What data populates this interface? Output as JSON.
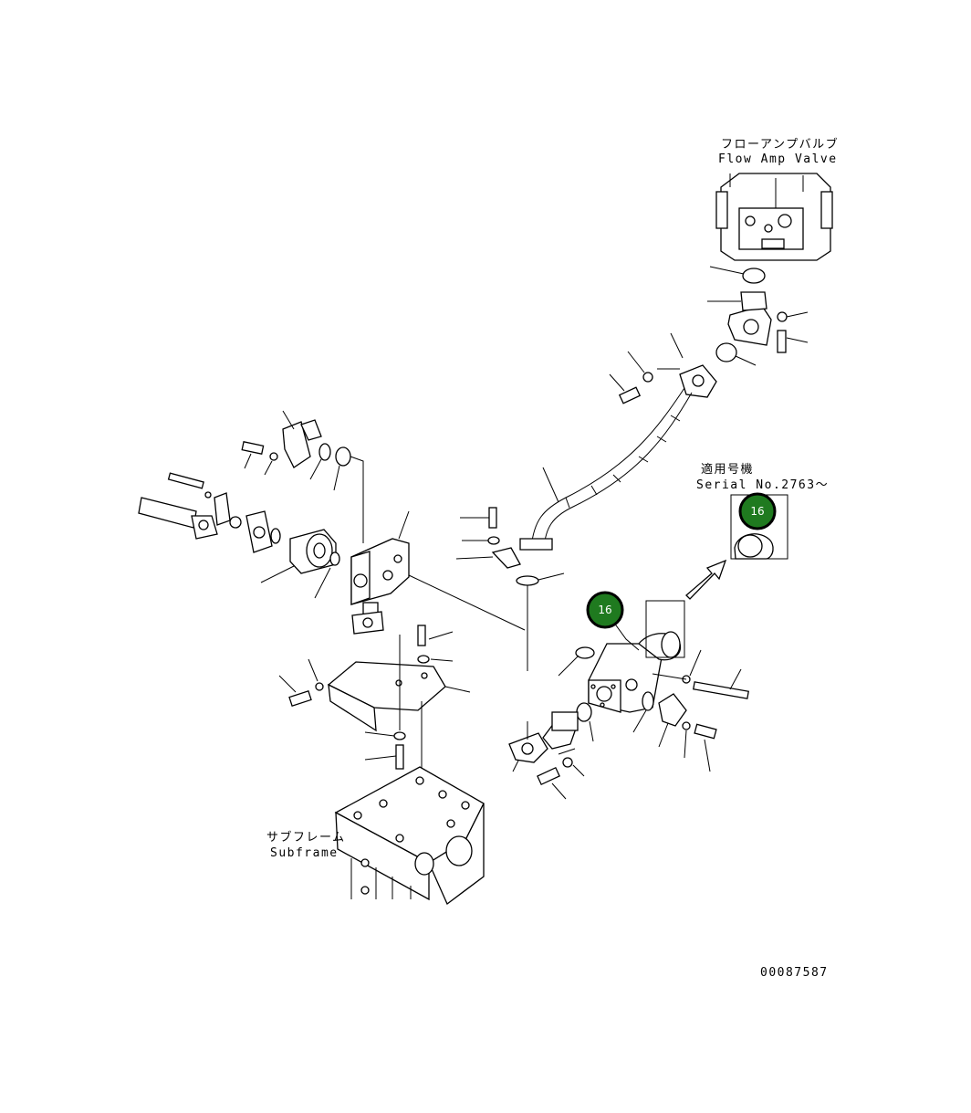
{
  "labels": {
    "flow_amp_valve_jp": "フローアンプバルブ",
    "flow_amp_valve_en": "Flow Amp Valve",
    "serial_jp": "適用号機",
    "serial_en": "Serial No.2763～",
    "subframe_jp": "サブフレーム",
    "subframe_en": "Subframe",
    "drawing_number": "00087587"
  },
  "badges": {
    "primary": "16",
    "inset": "16"
  },
  "colors": {
    "badge_fill": "#1f7a1f",
    "line": "#000000",
    "background": "#ffffff"
  }
}
